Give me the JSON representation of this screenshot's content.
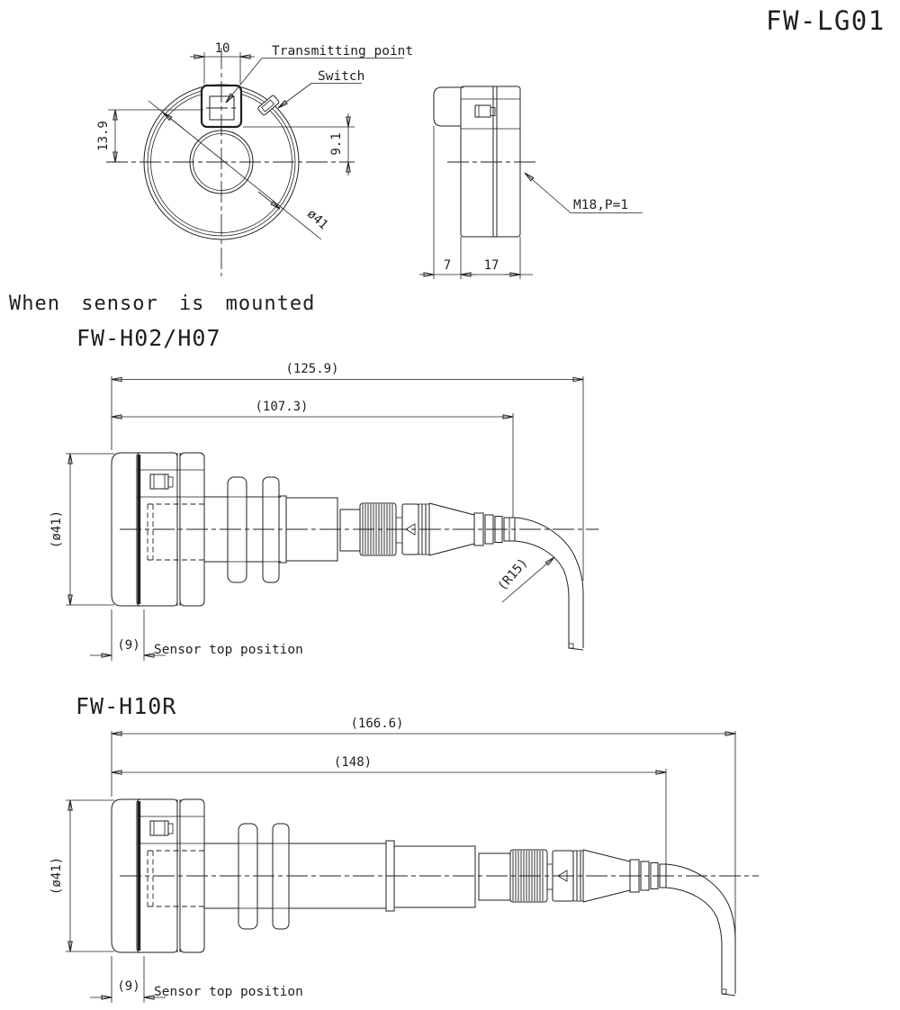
{
  "title": "FW-LG01",
  "heading": "When sensor is mounted",
  "front_view": {
    "dim_window_width": "10",
    "dim_center_to_window": "13.9",
    "dim_center_to_flat": "9.1",
    "dim_outer_diameter": "ø41",
    "transmitting_point_label": "Transmitting point",
    "switch_label": "Switch"
  },
  "side_view": {
    "dim_protrusion": "7",
    "dim_body_width": "17",
    "thread_label": "M18,P=1"
  },
  "drawing_h02": {
    "model_label": "FW-H02/H07",
    "dim_overall_length": "(125.9)",
    "dim_body_length": "(107.3)",
    "dim_outer_diameter": "(ø41)",
    "dim_sensor_top_offset": "(9)",
    "sensor_top_label": "Sensor top position",
    "dim_cable_bend_radius": "(R15)"
  },
  "drawing_h10r": {
    "model_label": "FW-H10R",
    "dim_overall_length": "(166.6)",
    "dim_body_length": "(148)",
    "dim_outer_diameter": "(ø41)",
    "dim_sensor_top_offset": "(9)",
    "sensor_top_label": "Sensor top position"
  },
  "colors": {
    "line": "#1f1f1f",
    "background": "#ffffff"
  }
}
